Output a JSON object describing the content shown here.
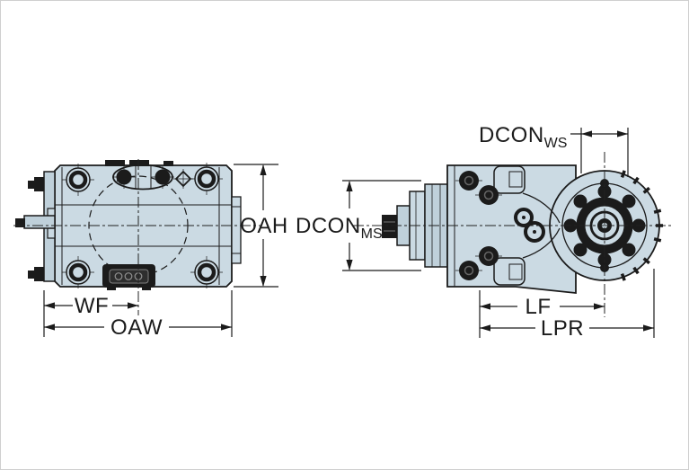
{
  "drawing": {
    "labels": {
      "dcon_ws": {
        "text": "DCON",
        "sub": "WS"
      },
      "dcon_ms": {
        "text": "DCON",
        "sub": "MS"
      },
      "oah": "OAH",
      "wf": "WF",
      "oaw": "OAW",
      "lf": "LF",
      "lpr": "LPR"
    },
    "colors": {
      "part_fill": "#cbdae3",
      "part_fill_shaded": "#bfd0da",
      "line": "#1b1b1b",
      "dark_detail": "#1b1b1b",
      "dimension_line": "#1b1b1b",
      "label_text": "#1b1b1b",
      "background": "#ffffff",
      "page_border": "#cfcfcf"
    }
  }
}
